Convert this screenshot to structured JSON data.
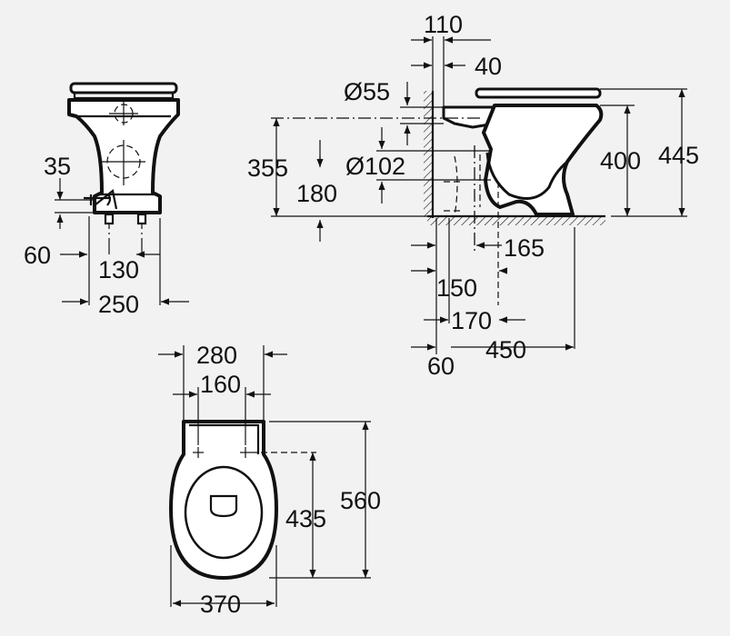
{
  "colors": {
    "background": "#f2f2f2",
    "line": "#111111"
  },
  "front_view": {
    "d35": "35",
    "d60": "60",
    "d130": "130",
    "d250": "250"
  },
  "side_view": {
    "d110": "110",
    "d40": "40",
    "d55": "Ø55",
    "d102": "Ø102",
    "d355": "355",
    "d180": "180",
    "d400": "400",
    "d445": "445",
    "d165": "165",
    "d150": "150",
    "d170": "170",
    "d60": "60",
    "d450": "450"
  },
  "top_view": {
    "d280": "280",
    "d160": "160",
    "d435": "435",
    "d560": "560",
    "d370": "370"
  }
}
